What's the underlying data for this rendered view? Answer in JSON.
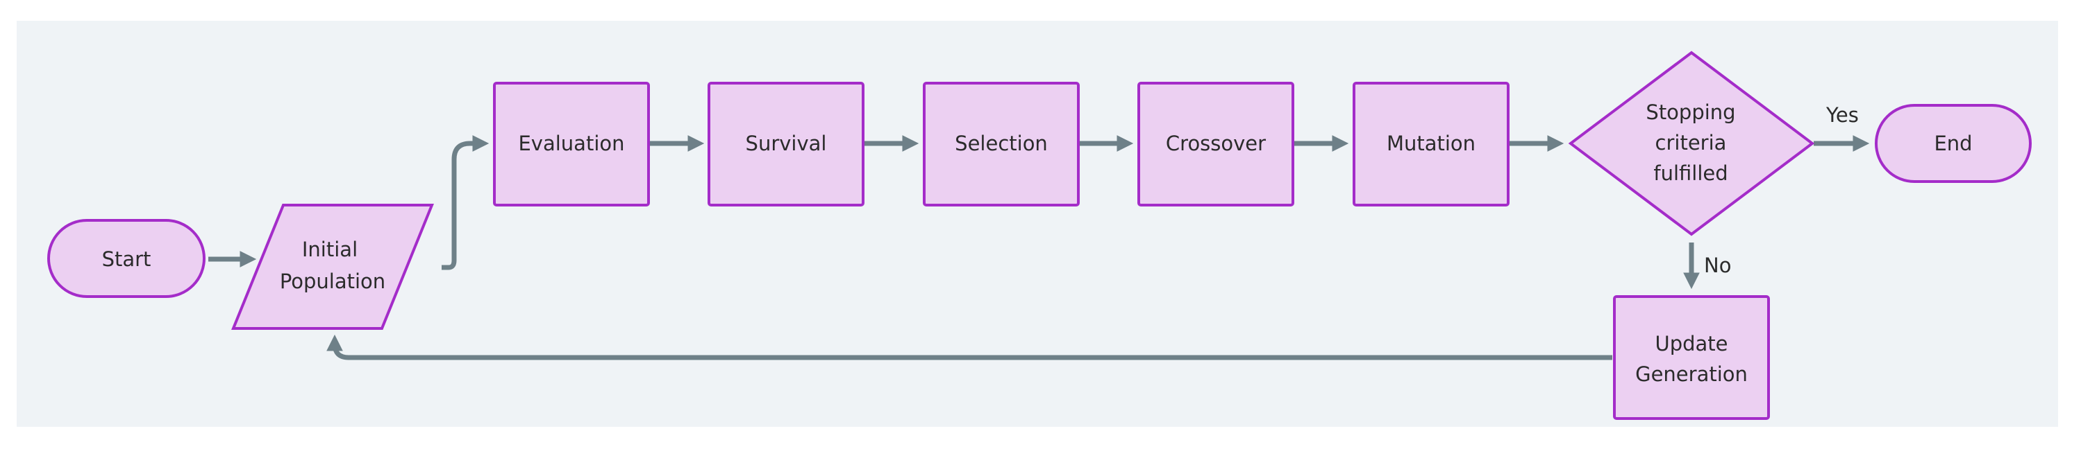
{
  "nodes": {
    "start": "Start",
    "initial_population": [
      "Initial",
      "Population"
    ],
    "evaluation": "Evaluation",
    "survival": "Survival",
    "selection": "Selection",
    "crossover": "Crossover",
    "mutation": "Mutation",
    "stopping_criteria": [
      "Stopping",
      "criteria",
      "fulfilled"
    ],
    "end": "End",
    "update_generation": [
      "Update",
      "Generation"
    ]
  },
  "edge_labels": {
    "yes": "Yes",
    "no": "No"
  },
  "colors": {
    "canvas_background": "#eff3f6",
    "node_fill": "#ecd0f2",
    "node_stroke": "#a42cc9",
    "edge": "#6e8088"
  }
}
